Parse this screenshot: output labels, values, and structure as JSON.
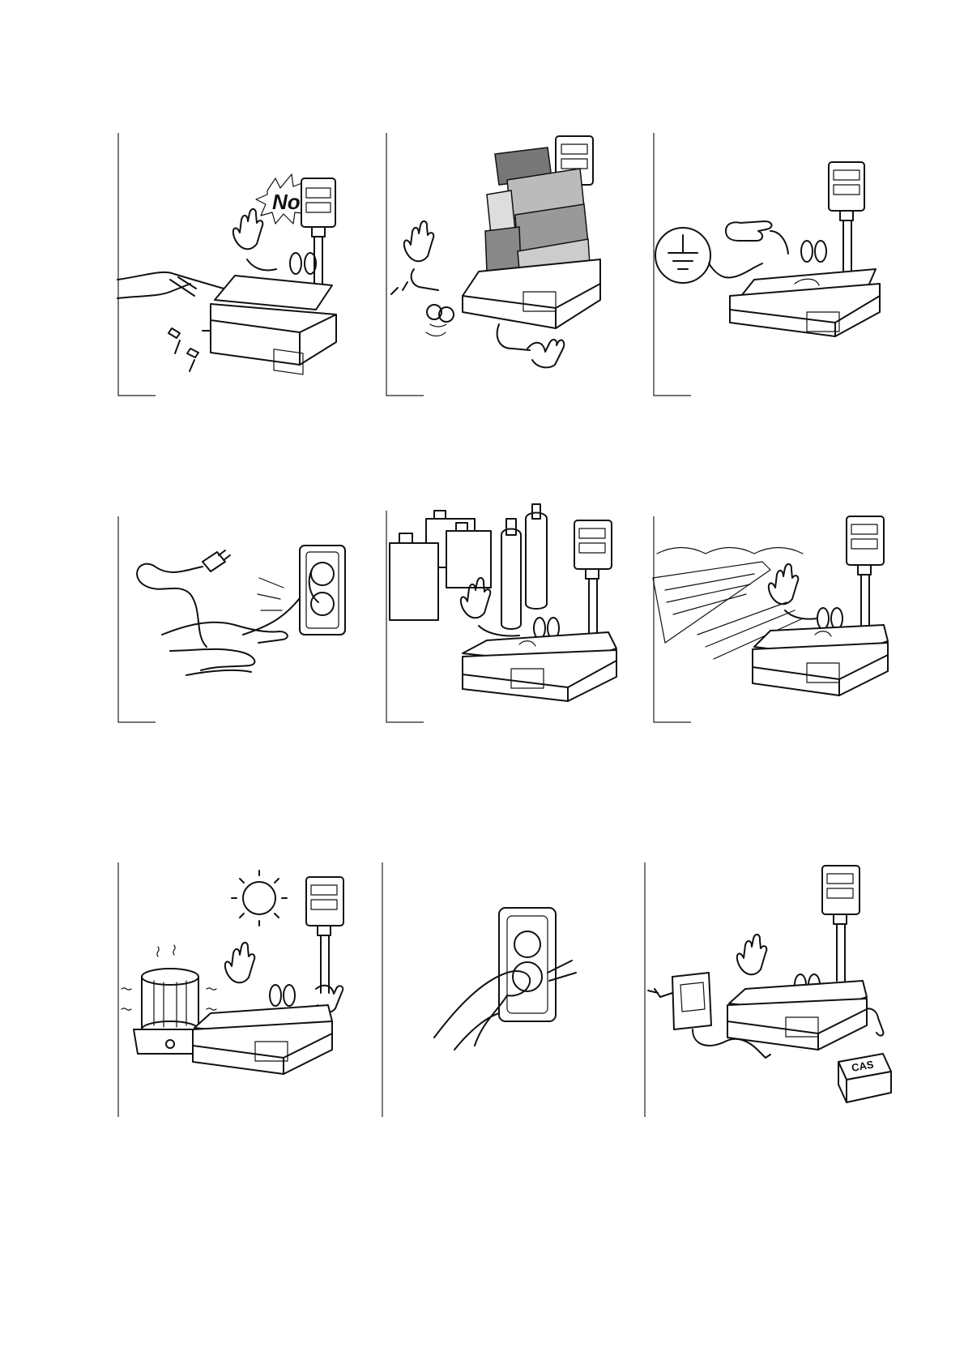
{
  "illustrations": [
    {
      "name": "no-disassembly",
      "callout": "No"
    },
    {
      "name": "no-overload"
    },
    {
      "name": "grounding"
    },
    {
      "name": "unplug-by-plug"
    },
    {
      "name": "no-chemicals"
    },
    {
      "name": "no-humidity"
    },
    {
      "name": "no-heat-sunlight"
    },
    {
      "name": "secure-outlet"
    },
    {
      "name": "use-original-adapter",
      "box_logo": "CAS"
    }
  ]
}
